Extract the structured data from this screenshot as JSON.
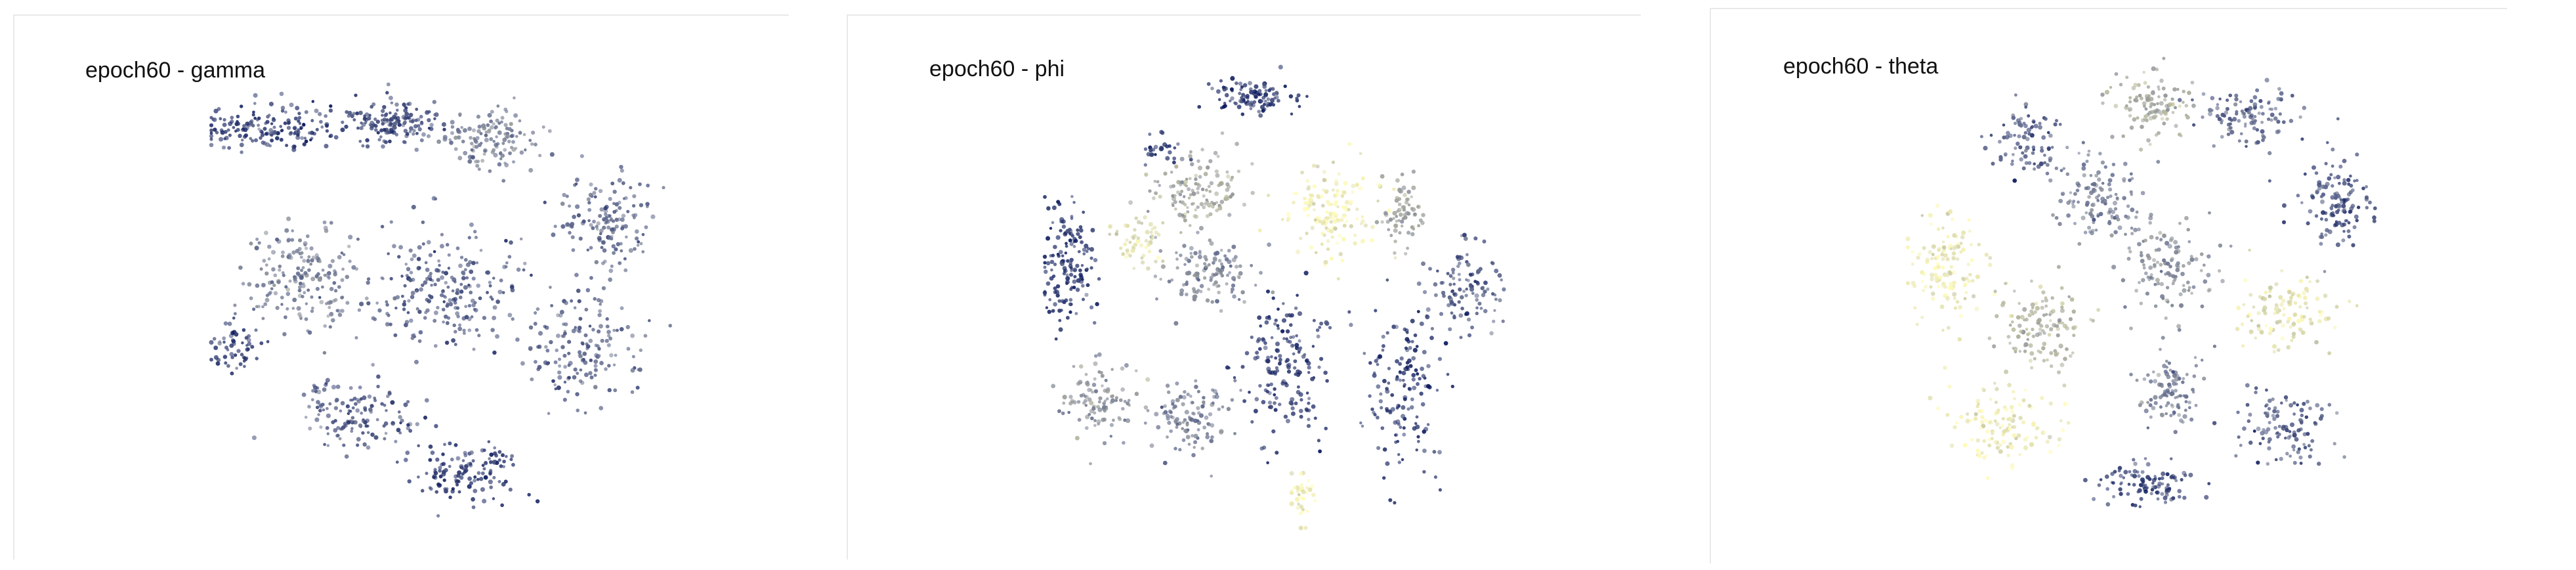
{
  "chart_data": [
    {
      "type": "scatter",
      "title": "epoch60 - gamma",
      "xlabel": "",
      "ylabel": "",
      "axes_visible": false,
      "grid": false,
      "legend": "none",
      "color_scale": [
        "#0d1b5e",
        "#6f7793",
        "#b2b49c",
        "#fffbb6"
      ],
      "clusters": [
        {
          "center": [
            0.12,
            0.88
          ],
          "spread": [
            0.16,
            0.05
          ],
          "tone": 0.1,
          "weight": 1.2
        },
        {
          "center": [
            0.4,
            0.9
          ],
          "spread": [
            0.1,
            0.05
          ],
          "tone": 0.15,
          "weight": 1.0
        },
        {
          "center": [
            0.6,
            0.86
          ],
          "spread": [
            0.1,
            0.06
          ],
          "tone": 0.35,
          "weight": 0.9
        },
        {
          "center": [
            0.85,
            0.68
          ],
          "spread": [
            0.1,
            0.1
          ],
          "tone": 0.25,
          "weight": 1.0
        },
        {
          "center": [
            0.2,
            0.55
          ],
          "spread": [
            0.14,
            0.12
          ],
          "tone": 0.35,
          "weight": 1.3
        },
        {
          "center": [
            0.5,
            0.52
          ],
          "spread": [
            0.16,
            0.14
          ],
          "tone": 0.2,
          "weight": 1.6
        },
        {
          "center": [
            0.8,
            0.4
          ],
          "spread": [
            0.12,
            0.12
          ],
          "tone": 0.25,
          "weight": 1.1
        },
        {
          "center": [
            0.3,
            0.25
          ],
          "spread": [
            0.14,
            0.08
          ],
          "tone": 0.2,
          "weight": 1.0
        },
        {
          "center": [
            0.55,
            0.12
          ],
          "spread": [
            0.12,
            0.06
          ],
          "tone": 0.1,
          "weight": 0.9
        },
        {
          "center": [
            0.05,
            0.4
          ],
          "spread": [
            0.05,
            0.06
          ],
          "tone": 0.12,
          "weight": 0.4
        }
      ]
    },
    {
      "type": "scatter",
      "title": "epoch60 - phi",
      "xlabel": "",
      "ylabel": "",
      "axes_visible": false,
      "grid": false,
      "legend": "none",
      "color_scale": [
        "#0d1b5e",
        "#6f7793",
        "#b2b49c",
        "#fffbb6"
      ],
      "clusters": [
        {
          "center": [
            0.45,
            0.93
          ],
          "spread": [
            0.1,
            0.04
          ],
          "tone": 0.08,
          "weight": 0.8
        },
        {
          "center": [
            0.25,
            0.82
          ],
          "spread": [
            0.04,
            0.03
          ],
          "tone": 0.05,
          "weight": 0.2
        },
        {
          "center": [
            0.33,
            0.72
          ],
          "spread": [
            0.1,
            0.08
          ],
          "tone": 0.55,
          "weight": 1.0
        },
        {
          "center": [
            0.62,
            0.68
          ],
          "spread": [
            0.1,
            0.1
          ],
          "tone": 0.92,
          "weight": 1.1
        },
        {
          "center": [
            0.78,
            0.68
          ],
          "spread": [
            0.05,
            0.07
          ],
          "tone": 0.55,
          "weight": 0.5
        },
        {
          "center": [
            0.2,
            0.62
          ],
          "spread": [
            0.06,
            0.06
          ],
          "tone": 0.85,
          "weight": 0.4
        },
        {
          "center": [
            0.05,
            0.56
          ],
          "spread": [
            0.06,
            0.14
          ],
          "tone": 0.05,
          "weight": 1.1
        },
        {
          "center": [
            0.36,
            0.55
          ],
          "spread": [
            0.1,
            0.08
          ],
          "tone": 0.4,
          "weight": 0.9
        },
        {
          "center": [
            0.92,
            0.52
          ],
          "spread": [
            0.08,
            0.1
          ],
          "tone": 0.2,
          "weight": 0.8
        },
        {
          "center": [
            0.52,
            0.36
          ],
          "spread": [
            0.1,
            0.14
          ],
          "tone": 0.08,
          "weight": 1.3
        },
        {
          "center": [
            0.78,
            0.3
          ],
          "spread": [
            0.08,
            0.18
          ],
          "tone": 0.08,
          "weight": 1.1
        },
        {
          "center": [
            0.12,
            0.28
          ],
          "spread": [
            0.08,
            0.08
          ],
          "tone": 0.45,
          "weight": 0.8
        },
        {
          "center": [
            0.32,
            0.24
          ],
          "spread": [
            0.08,
            0.08
          ],
          "tone": 0.35,
          "weight": 0.8
        },
        {
          "center": [
            0.56,
            0.06
          ],
          "spread": [
            0.03,
            0.06
          ],
          "tone": 0.95,
          "weight": 0.3
        }
      ]
    },
    {
      "type": "scatter",
      "title": "epoch60 - theta",
      "xlabel": "",
      "ylabel": "",
      "axes_visible": false,
      "grid": false,
      "legend": "none",
      "color_scale": [
        "#0d1b5e",
        "#6f7793",
        "#b2b49c",
        "#fffbb6"
      ],
      "clusters": [
        {
          "center": [
            0.52,
            0.9
          ],
          "spread": [
            0.08,
            0.07
          ],
          "tone": 0.6,
          "weight": 0.9
        },
        {
          "center": [
            0.72,
            0.88
          ],
          "spread": [
            0.1,
            0.06
          ],
          "tone": 0.25,
          "weight": 0.9
        },
        {
          "center": [
            0.25,
            0.82
          ],
          "spread": [
            0.08,
            0.08
          ],
          "tone": 0.2,
          "weight": 0.7
        },
        {
          "center": [
            0.9,
            0.7
          ],
          "spread": [
            0.08,
            0.1
          ],
          "tone": 0.15,
          "weight": 1.0
        },
        {
          "center": [
            0.4,
            0.7
          ],
          "spread": [
            0.1,
            0.1
          ],
          "tone": 0.35,
          "weight": 1.0
        },
        {
          "center": [
            0.08,
            0.55
          ],
          "spread": [
            0.08,
            0.12
          ],
          "tone": 0.92,
          "weight": 1.1
        },
        {
          "center": [
            0.55,
            0.55
          ],
          "spread": [
            0.1,
            0.1
          ],
          "tone": 0.45,
          "weight": 1.0
        },
        {
          "center": [
            0.8,
            0.45
          ],
          "spread": [
            0.1,
            0.08
          ],
          "tone": 0.88,
          "weight": 0.9
        },
        {
          "center": [
            0.28,
            0.42
          ],
          "spread": [
            0.1,
            0.1
          ],
          "tone": 0.65,
          "weight": 1.0
        },
        {
          "center": [
            0.2,
            0.2
          ],
          "spread": [
            0.12,
            0.08
          ],
          "tone": 0.92,
          "weight": 1.0
        },
        {
          "center": [
            0.55,
            0.28
          ],
          "spread": [
            0.08,
            0.08
          ],
          "tone": 0.35,
          "weight": 0.8
        },
        {
          "center": [
            0.8,
            0.2
          ],
          "spread": [
            0.1,
            0.08
          ],
          "tone": 0.2,
          "weight": 0.9
        },
        {
          "center": [
            0.5,
            0.08
          ],
          "spread": [
            0.12,
            0.05
          ],
          "tone": 0.12,
          "weight": 0.8
        }
      ]
    }
  ]
}
